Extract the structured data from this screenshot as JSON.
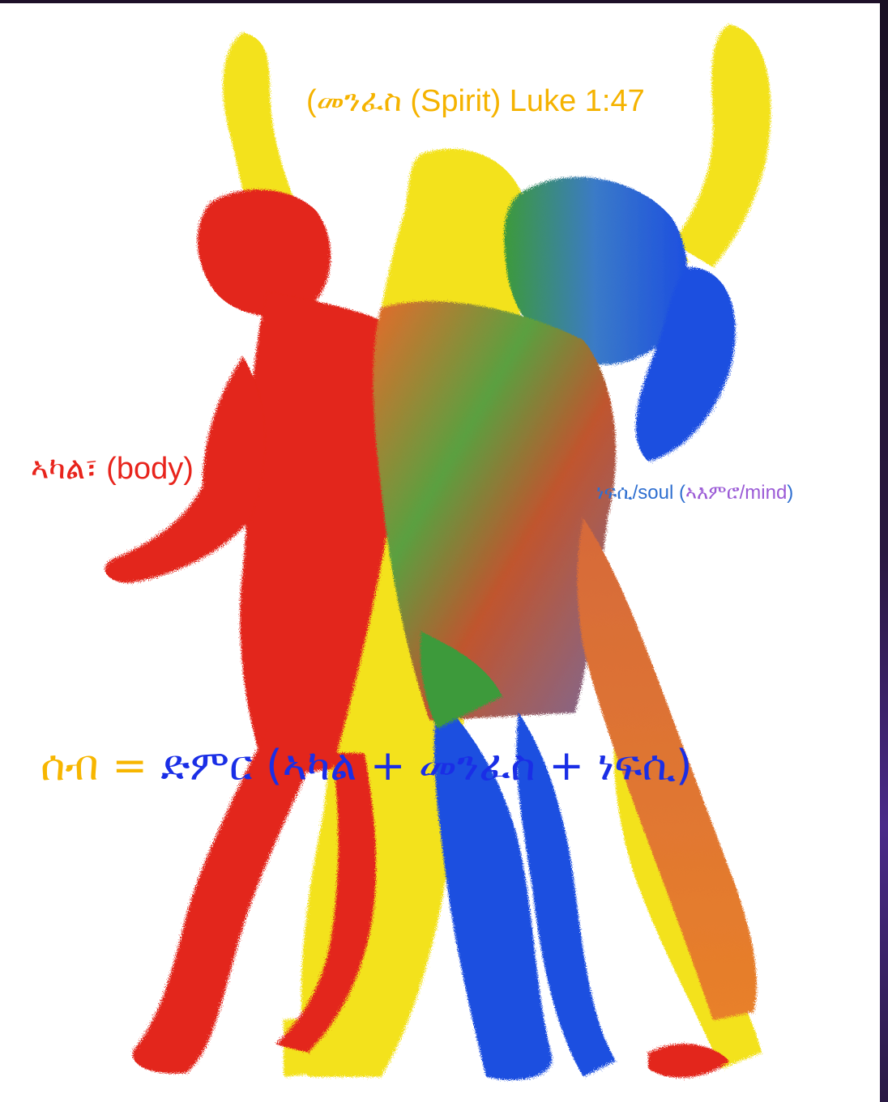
{
  "labels": {
    "spirit": "(መንፈስ (Spirit) Luke 1:47",
    "body": "ኣካል፣ (body)",
    "soul_word": "ነፍሲ/soul (",
    "mind_word": "ኣእምሮ/mind",
    "soul_close": ")"
  },
  "equation": {
    "lhs": "ሰብ =",
    "rhs": " ድምር (ኣካል + መንፈስ + ነፍሲ)"
  },
  "colors": {
    "spirit_label": "#f5b300",
    "body_label": "#e8241c",
    "soul_label": "#2f6fd0",
    "mind_label": "#9b5bd6",
    "equation_lhs": "#f7b600",
    "equation_rhs": "#1a2ee6",
    "figure_red": "#e3261a",
    "figure_yellow": "#f3e21c",
    "figure_blue": "#1d4fe0",
    "figure_green": "#3c9a3a",
    "figure_orange": "#e8802a"
  }
}
